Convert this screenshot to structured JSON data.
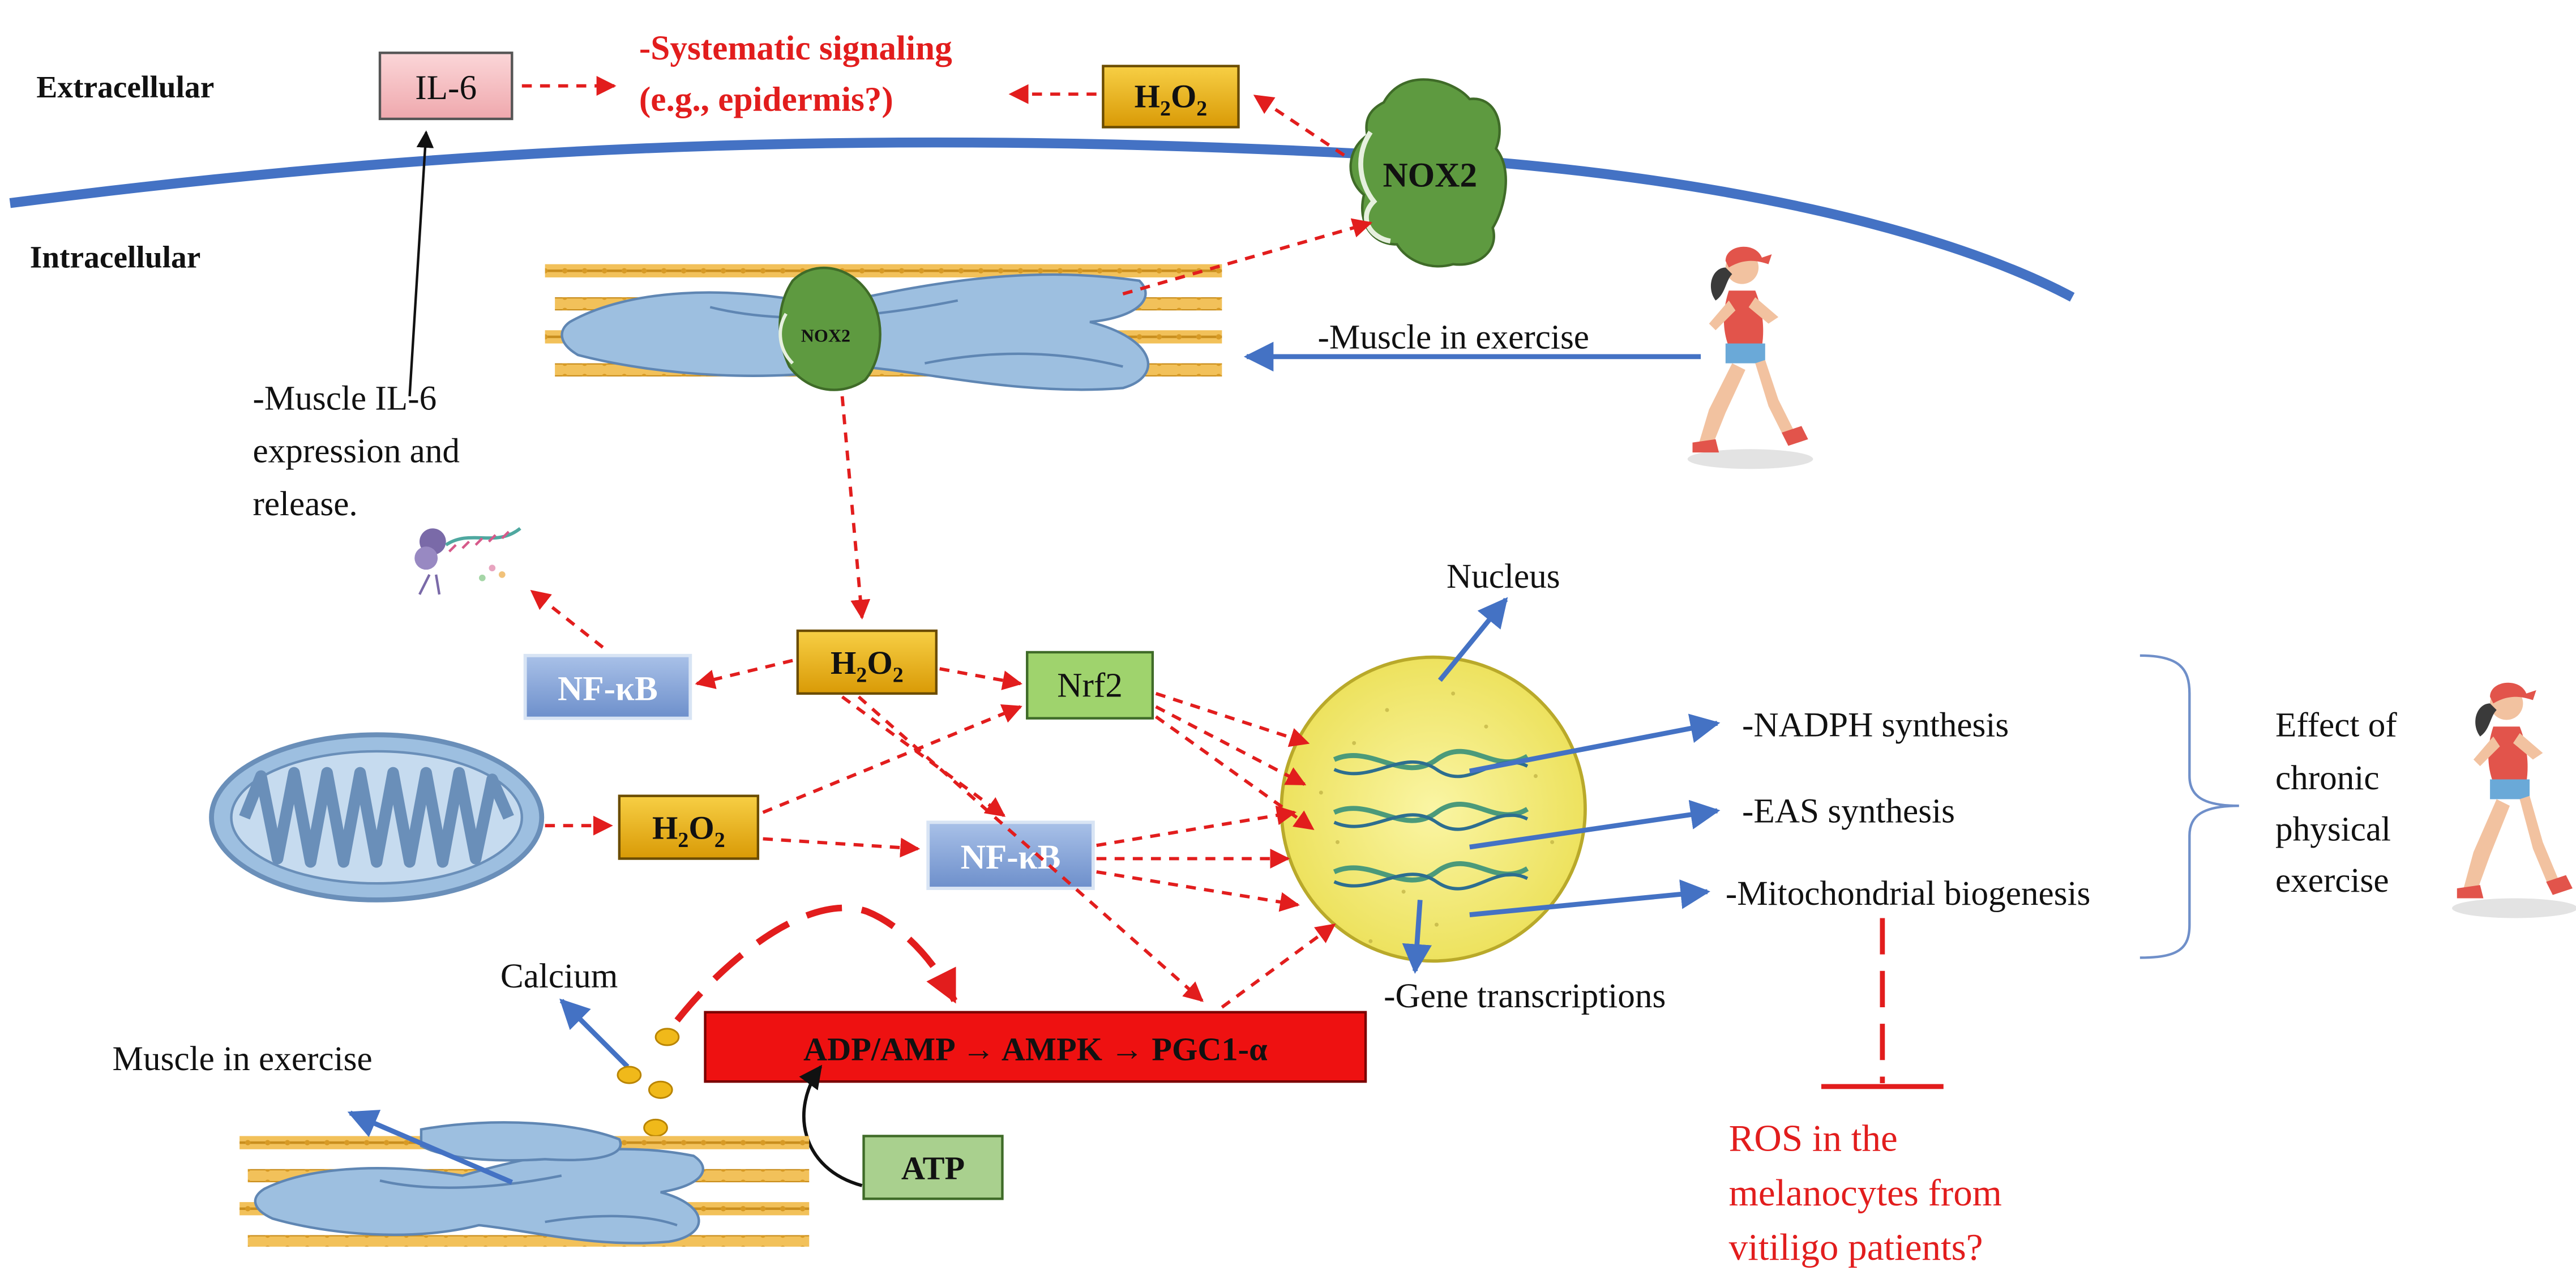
{
  "regions": {
    "extracellular": "Extracellular",
    "intracellular": "Intracellular"
  },
  "boxes": {
    "il6": "IL-6",
    "h2o2_top": "H",
    "h2o2_center": "H",
    "h2o2_mito": "H",
    "nfkb_left": "NF-κB",
    "nfkb_center": "NF-κB",
    "nrf2": "Nrf2",
    "ampk_chain": "ADP/AMP → AMPK → PGC1-α",
    "atp": "ATP"
  },
  "formula": {
    "sub": "2",
    "o": "O"
  },
  "labels": {
    "nox2_membrane": "NOX2",
    "nox2_muscle": "NOX2",
    "systematic_line1": "-Systematic signaling",
    "systematic_line2": "(e.g., epidermis?)",
    "muscle_exercise_top": "-Muscle in exercise",
    "il6_expression_line1": "-Muscle IL-6",
    "il6_expression_line2": "expression and",
    "il6_expression_line3": "release.",
    "nucleus": "Nucleus",
    "nadph": "-NADPH synthesis",
    "eas": "-EAS synthesis",
    "mito_bio": "-Mitochondrial biogenesis",
    "gene_trans": "-Gene transcriptions",
    "calcium": "Calcium",
    "muscle_exercise_bottom": "Muscle in exercise",
    "chronic_line1": "Effect of",
    "chronic_line2": "chronic",
    "chronic_line3": "physical",
    "chronic_line4": "exercise",
    "ros_line1": "ROS in the",
    "ros_line2": "melanocytes from",
    "ros_line3": "vitiligo patients?"
  },
  "colors": {
    "membrane": "#4472c4",
    "signal_arrow": "#e21d1d",
    "blue_arrow": "#4472c4",
    "h2o2_fill": "#f1b814",
    "il6_fill": "#f7c5c8",
    "nfkb_fill": "#8eaadb",
    "nrf2_fill": "#9fd36d",
    "ampk_fill": "#ee1111",
    "atp_fill": "#a9d08e",
    "nox2_fill": "#5e9a40",
    "nucleus_fill": "#f6f08a",
    "muscle_fiber": "#f0b03f",
    "mito_fill": "#9dbfe0"
  }
}
